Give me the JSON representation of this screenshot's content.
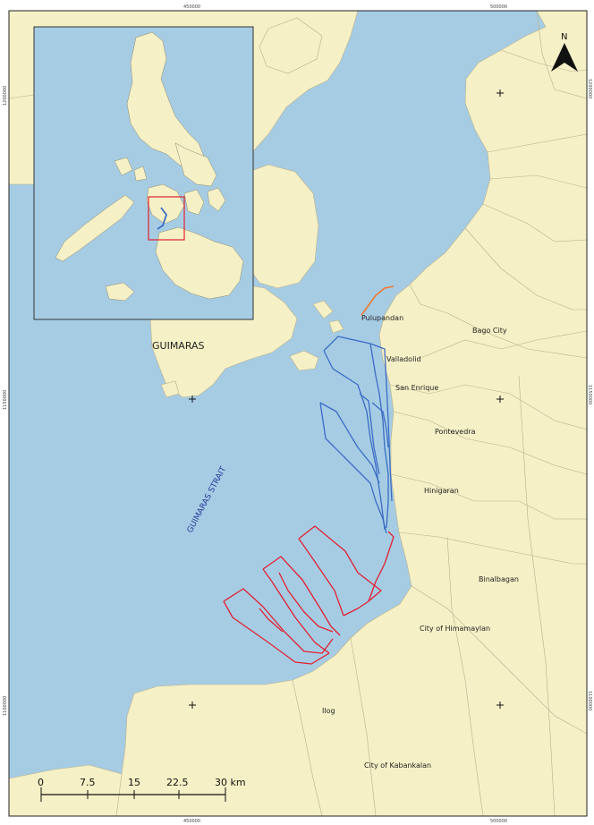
{
  "map": {
    "places": {
      "pulupandan": "Pulupandan",
      "bago_city": "Bago City",
      "valladolid": "Valladolid",
      "san_enrique": "San Enrique",
      "pontevedra": "Pontevedra",
      "hinigaran": "Hinigaran",
      "binalbagan": "Binalbagan",
      "city_of_himamaylan": "City of Himamaylan",
      "ilog": "Ilog",
      "city_of_kabankalan": "City of Kabankalan"
    },
    "guimaras_label": "GUIMARAS",
    "strait_label": "GUIMARAS STRAIT",
    "north_label": "N",
    "grid": {
      "x_top": [
        "450000",
        "500000"
      ],
      "x_bottom": [
        "450000",
        "500000"
      ],
      "y_left": [
        "1200000",
        "1150000",
        "1100000"
      ],
      "y_right": [
        "1200000",
        "1150000",
        "1100000"
      ]
    },
    "scale_bar": {
      "ticks": [
        "0",
        "7.5",
        "15",
        "22.5",
        "30 km"
      ]
    },
    "colors": {
      "sea": "#a6cce4",
      "land": "#f5f0c6",
      "track_north": "#3b6cc4",
      "track_south": "#e02130",
      "track_pulupandan": "#ec7a2c"
    }
  }
}
